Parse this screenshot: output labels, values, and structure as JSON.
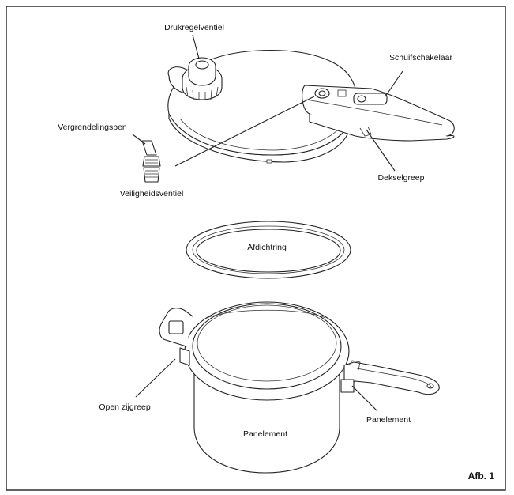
{
  "figure": {
    "caption": "Afb. 1",
    "labels": {
      "pressure_valve": "Drukregelventiel",
      "slide_switch": "Schuifschakelaar",
      "locking_pin": "Vergrendelingspen",
      "safety_valve": "Veiligheidsventiel",
      "lid_handle": "Dekselgreep",
      "sealing_ring": "Afdichtring",
      "side_handle": "Open zijgreep",
      "pan_element_right": "Panelement",
      "pan_element_center": "Panelement"
    }
  }
}
